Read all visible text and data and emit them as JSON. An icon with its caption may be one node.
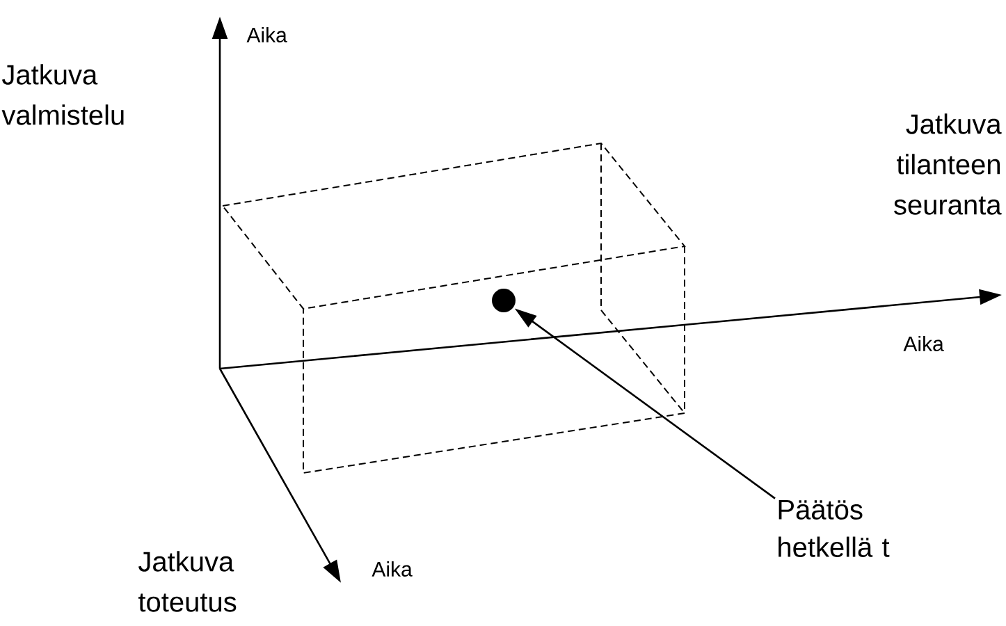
{
  "diagram": {
    "nodes": [
      {
        "text": [],
        "shape": "circle"
      },
      {
        "text": [
          "Päätös hetkellä t"
        ]
      }
    ],
    "edges": [
      {
        "from": 1,
        "to": 0,
        "arrow": "to"
      }
    ],
    "labels": [
      "Aika",
      "Jatkuva valmistelu",
      "Jatkuva tilanteen seuranta",
      "Aika",
      "Aika",
      "Jatkuva toteutus"
    ]
  }
}
